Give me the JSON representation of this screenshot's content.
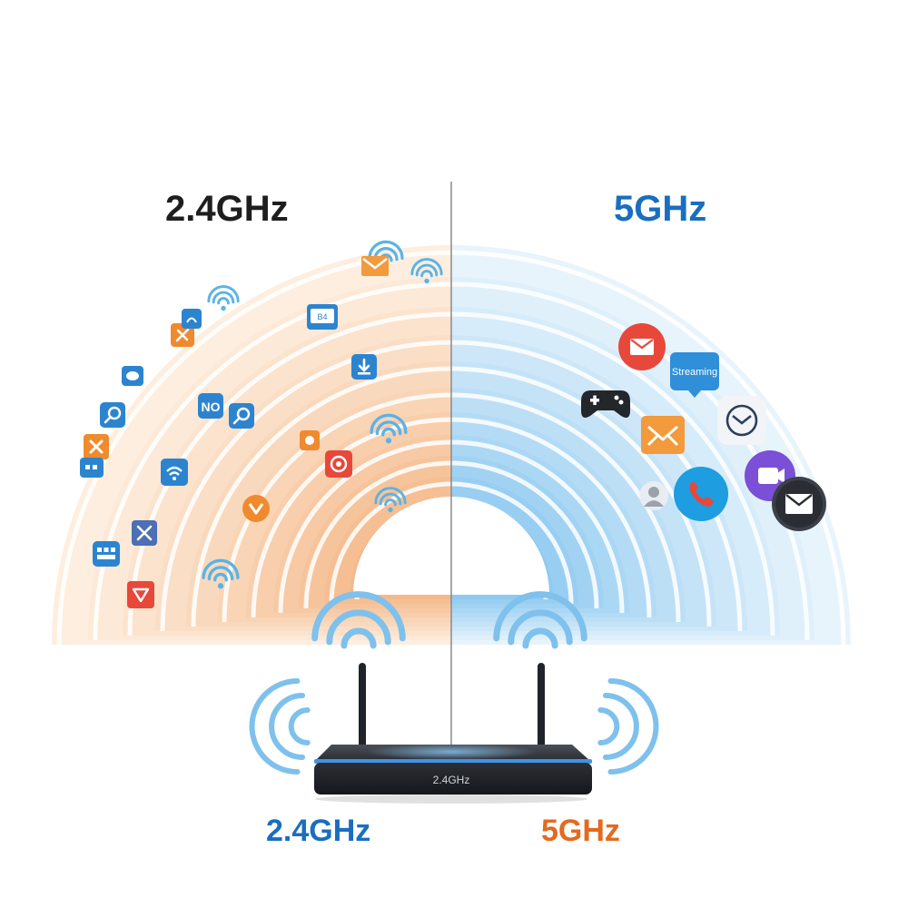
{
  "labels": {
    "top_left": "2.4GHz",
    "top_right": "5GHz",
    "bottom_left": "2.4GHz",
    "bottom_right": "5GHz"
  },
  "router": {
    "label": "2.4GHz"
  },
  "icons": {
    "app_icon_text_1": "B4",
    "app_icon_text_2": "NO",
    "streaming_label": "Streaming"
  },
  "colors": {
    "band_24_dark": "#f4b98a",
    "band_24_light": "#fdeedf",
    "band_5_dark": "#8fcaf0",
    "band_5_light": "#e8f4fc",
    "title_left_text": "#1e1e1e",
    "title_right_text": "#1a6ec0",
    "bottom_left_text": "#1a6ec0",
    "bottom_right_text": "#e36a1e",
    "wifi_blue": "#5ab3e6",
    "router_body": "#2a2d33",
    "router_glow": "#3f93e6"
  }
}
